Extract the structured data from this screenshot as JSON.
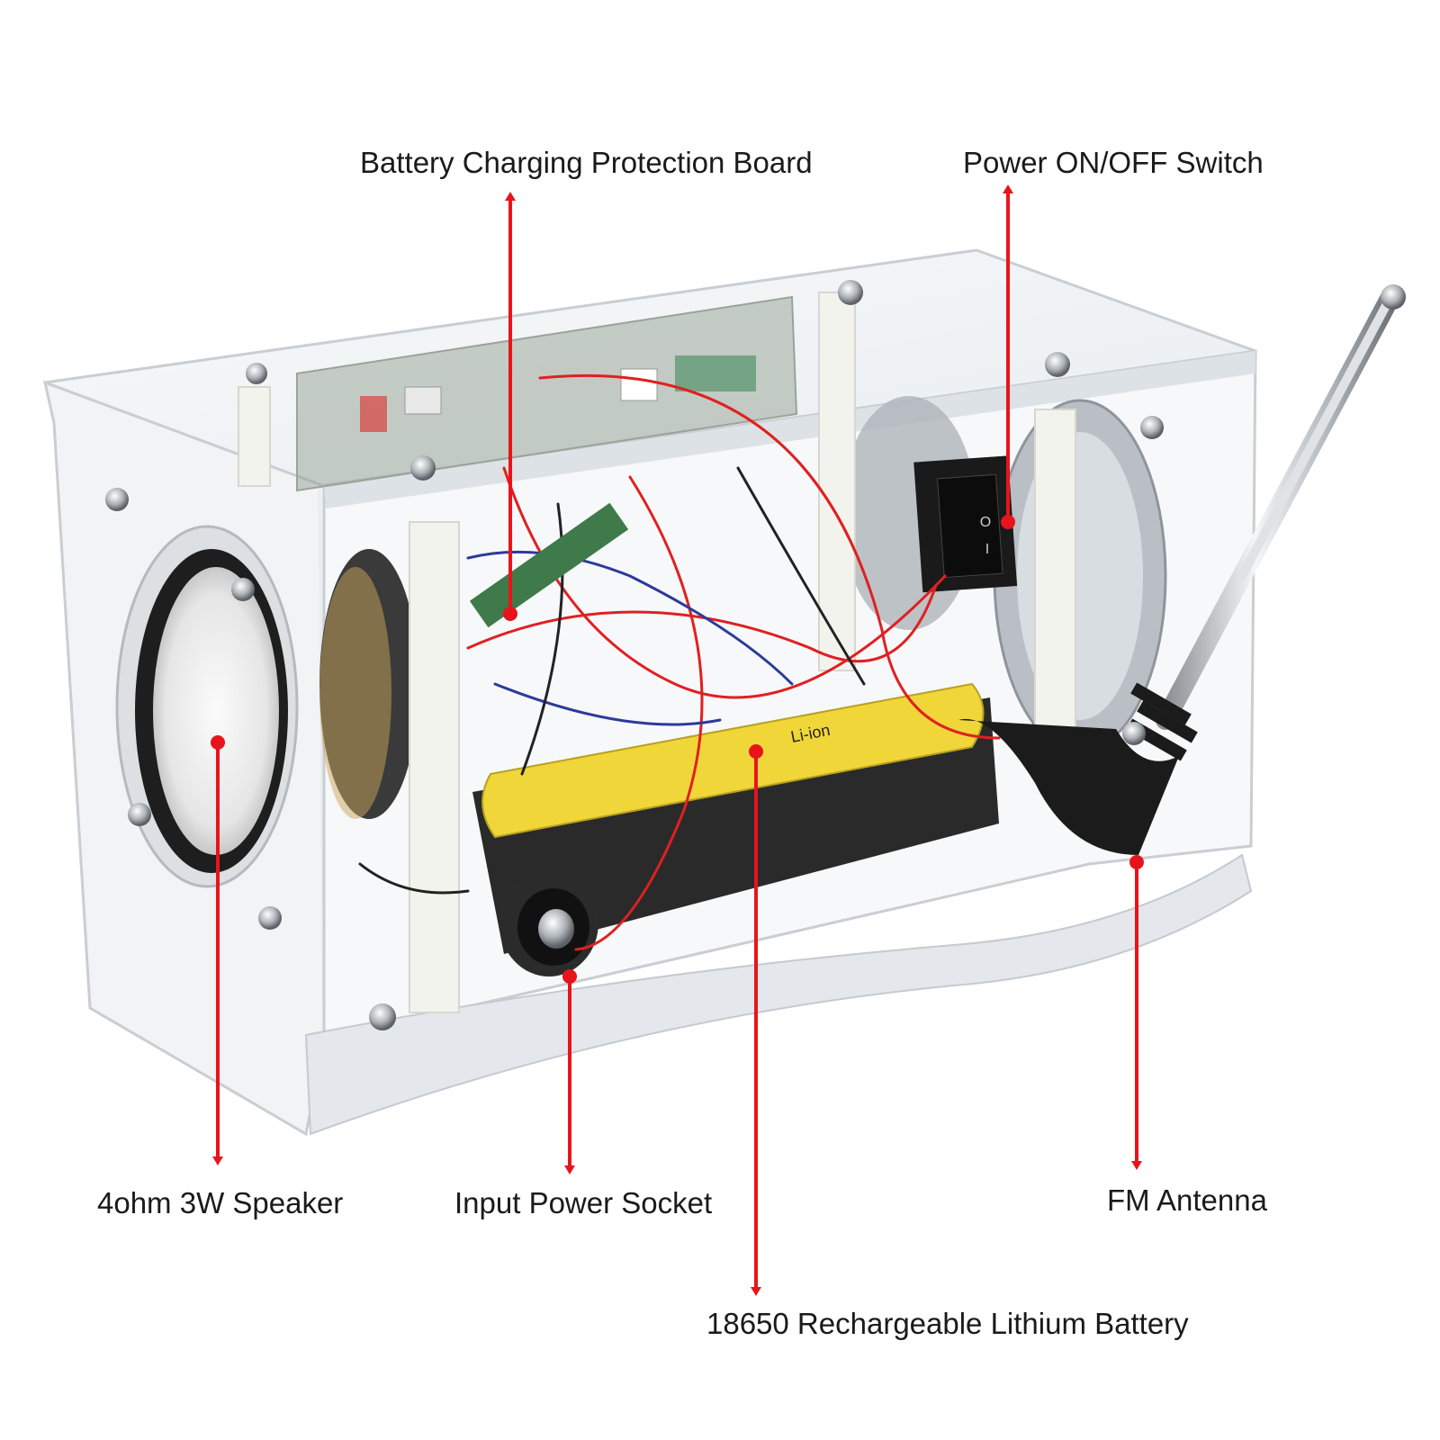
{
  "labels": {
    "battery_board": "Battery Charging Protection Board",
    "power_switch": "Power ON/OFF Switch",
    "speaker": "4ohm 3W Speaker",
    "input_socket": "Input Power Socket",
    "fm_antenna": "FM Antenna",
    "battery": "18650 Rechargeable Lithium Battery"
  },
  "product_text": {
    "battery_type": "Li-ion",
    "switch_on": "I",
    "switch_off": "O"
  },
  "colors": {
    "arrow": "#e8141c",
    "wire_red": "#e02020",
    "battery_yellow": "#f1d63a",
    "acrylic_edge": "#c9ced3"
  }
}
